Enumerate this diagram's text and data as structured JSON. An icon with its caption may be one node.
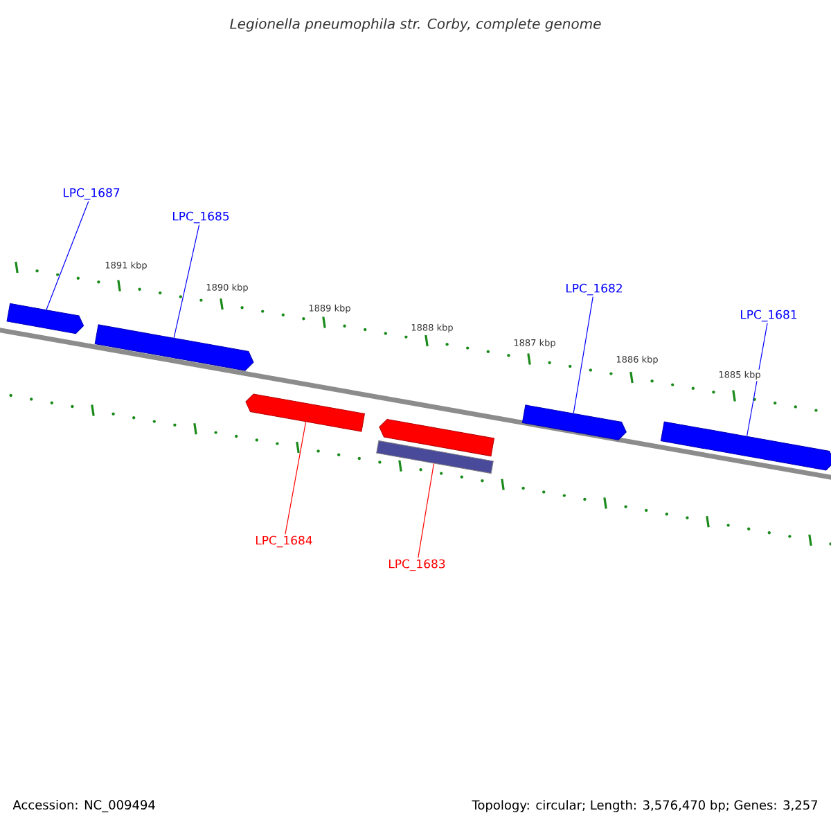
{
  "diagram": {
    "title": "Legionella pneumophila str. Corby, complete genome",
    "nodes": [
      {
        "text": [
          "LPC_1687"
        ]
      },
      {
        "text": [
          "LPC_1685"
        ]
      },
      {
        "text": [
          "LPC_1682"
        ]
      },
      {
        "text": [
          "LPC_1681"
        ]
      },
      {
        "text": [
          "LPC_1684"
        ]
      },
      {
        "text": [
          "LPC_1683"
        ]
      },
      {
        "text": [],
        "shape": "bar"
      },
      {
        "text": [],
        "shape": "bar"
      },
      {
        "text": [],
        "shape": "bar"
      },
      {
        "text": [],
        "shape": "bar"
      },
      {
        "text": [],
        "shape": "bar"
      },
      {
        "text": [],
        "shape": "bar"
      },
      {
        "text": [],
        "shape": "bar"
      }
    ],
    "edges": [
      {
        "from": 0,
        "to": 6,
        "arrow": "none"
      },
      {
        "from": 1,
        "to": 7,
        "arrow": "none"
      },
      {
        "from": 2,
        "to": 11,
        "arrow": "none"
      },
      {
        "from": 3,
        "to": 12,
        "arrow": "none"
      },
      {
        "from": 4,
        "to": 8,
        "arrow": "none",
        "color": "#ff0000"
      },
      {
        "from": 5,
        "to": 10,
        "arrow": "none",
        "color": "#ff0000"
      }
    ],
    "labels": [
      "1891 kbp",
      "1890 kbp",
      "1889 kbp",
      "1888 kbp",
      "1887 kbp",
      "1886 kbp",
      "1885 kbp",
      "Accession: NC_009494",
      "Topology: circular; Length: 3,576,470 bp; Genes: 3,257"
    ]
  }
}
